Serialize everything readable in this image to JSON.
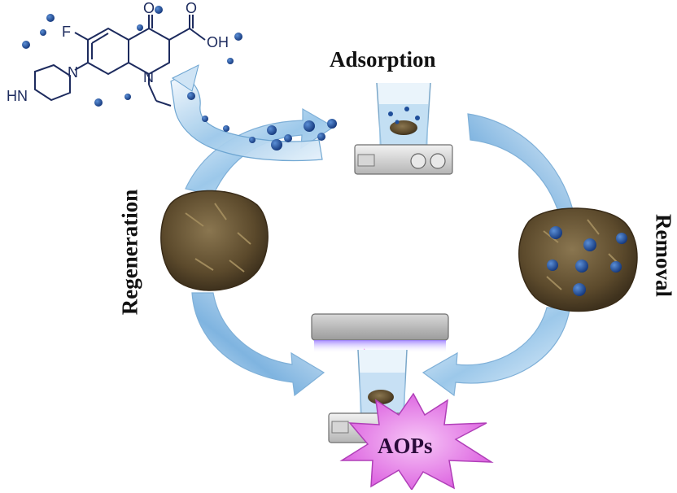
{
  "labels": {
    "adsorption": "Adsorption",
    "regeneration": "Regeneration",
    "removal": "Removal",
    "aops": "AOPs"
  },
  "molecule": {
    "fluorine": "F",
    "oxygen": "O",
    "carboxyl": "OH",
    "carboxyl_o": "O",
    "ring_n": "N",
    "piperazine_n": "N",
    "piperazine_nh": "HN"
  },
  "colors": {
    "water": "#6aa9d8",
    "molecule_dots": "#1f4e9a",
    "adsorbent": "#6b5a3a",
    "aops_burst": "#e27be8",
    "uv_glow": "#b38bff"
  }
}
